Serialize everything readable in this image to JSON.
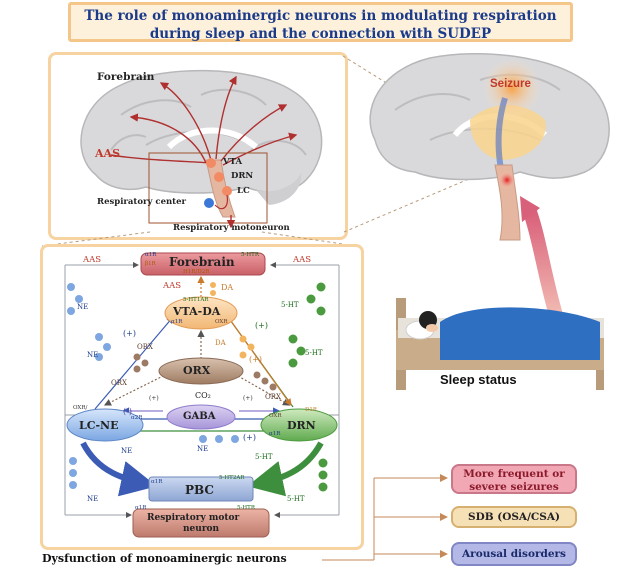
{
  "title": {
    "line1": "The role of  monoaminergic neurons in modulating respiration",
    "line2": "during sleep and the connection with SUDEP"
  },
  "brain_panel": {
    "forebrain": "Forebrain",
    "aas": "AAS",
    "vta": "VTA",
    "drn": "DRN",
    "lc": "LC",
    "respiratory_center": "Respiratory center",
    "respiratory_motoneuron": "Respiratory motoneuron"
  },
  "right_scene": {
    "seizure": "Seizure",
    "sleep_status": "Sleep status"
  },
  "circuit": {
    "forebrain": "Forebrain",
    "forebrain_r1": "α1R",
    "forebrain_r2": "β1R",
    "forebrain_r3": "5-HTR",
    "forebrain_r4": "H1R/D2R",
    "aas_left": "AAS",
    "aas_right": "AAS",
    "aas_mid": "AAS",
    "da_top": "DA",
    "vta_da": "VTA-DA",
    "vta_r1": "5-HT1AR",
    "vta_r2": "α1R",
    "vta_r3": "OXR",
    "ne_1": "NE",
    "ne_2": "NE",
    "ne_3": "NE",
    "ne_4": "NE",
    "ne_5": "NE",
    "ht_1": "5-HT",
    "ht_2": "5-HT",
    "ht_3": "5-HT",
    "ht_4": "5-HT",
    "plus_1": "(+)",
    "plus_2": "(+)",
    "plus_3": "(+)",
    "plus_4": "(+)",
    "plus_5": "(+)",
    "plus_6": "(+)",
    "minus": "(-)",
    "orx_1": "ORX",
    "orx_2": "ORX",
    "orx_3": "ORX",
    "da_mid": "DA",
    "orx_center": "ORX",
    "co2": "CO₂",
    "gaba": "GABA",
    "lc_ne": "LC-NE",
    "lc_r1": "OXR/",
    "lc_r2": "α2R",
    "drn": "DRN",
    "drn_r1": "D1R",
    "drn_r2": "OXR",
    "drn_r3": "α1R",
    "pbc": "PBC",
    "pbc_r": "5-HT2AR",
    "pbc_r2": "α1R",
    "motor_line1": "Respiratory motor",
    "motor_line2": "neuron",
    "motor_r1": "α1R",
    "motor_r2": "5-HTR"
  },
  "dysfunction": "Dysfunction of monoaminergic neurons",
  "outcomes": [
    {
      "line1": "More frequent or",
      "line2": "severe seizures",
      "color": "#f2a7b4"
    },
    {
      "line1": "SDB (OSA/CSA)",
      "line2": "",
      "color": "#f6e1b6"
    },
    {
      "line1": "Arousal disorders",
      "line2": "",
      "color": "#b3b8e6"
    }
  ]
}
